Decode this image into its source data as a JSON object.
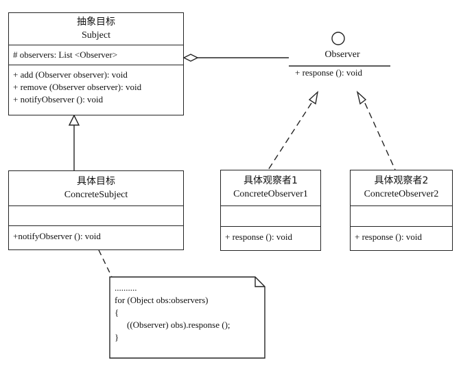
{
  "subject": {
    "title_cn": "抽象目标",
    "title_en": "Subject",
    "attribute": "# observers: List <Observer>",
    "operations": [
      "+ add (Observer observer): void",
      "+ remove (Observer observer): void",
      "+ notifyObserver (): void"
    ]
  },
  "observer": {
    "name": "Observer",
    "operation": "+ response (): void"
  },
  "concrete_subject": {
    "title_cn": "具体目标",
    "title_en": "ConcreteSubject",
    "operation": "+notifyObserver (): void"
  },
  "concrete_observer1": {
    "title_cn": "具体观察者1",
    "title_en": "ConcreteObserver1",
    "operation": "+ response (): void"
  },
  "concrete_observer2": {
    "title_cn": "具体观察者2",
    "title_en": "ConcreteObserver2",
    "operation": "+ response (): void"
  },
  "note": {
    "lines": [
      "..........",
      "for (Object obs:observers)",
      "{",
      "((Observer) obs).response ();",
      "}"
    ]
  }
}
